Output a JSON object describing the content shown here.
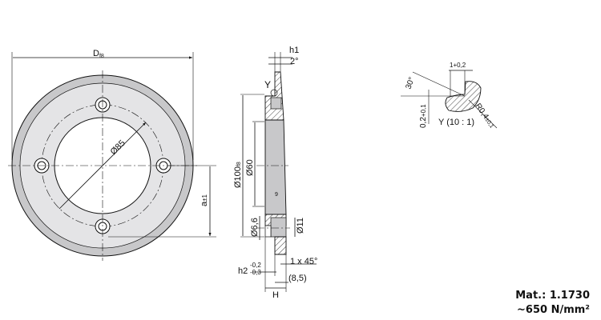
{
  "front_view": {
    "outer_dia_label": "D",
    "outer_dia_sub": "f8",
    "bolt_circle_label": "Ø85",
    "height_label": "a",
    "height_tol": "±1"
  },
  "side_view": {
    "h1_label": "h1",
    "angle_label": "2°",
    "detail_ref": "Y",
    "dia100_label": "Ø100",
    "dia100_sub": "f8",
    "dia60_label": "Ø60",
    "dim9_label": "9",
    "dia66_label": "Ø6,6",
    "dia11_label": "Ø11",
    "chamfer_label": "1 x 45°",
    "h2_label": "h2",
    "h2_tol_upper": "-0,2",
    "h2_tol_lower": "-0,3",
    "dim85_label": "(8,5)",
    "H_label": "H"
  },
  "detail_view": {
    "width_label": "1",
    "width_tol": "+0,2",
    "angle_label": "30°",
    "depth_label": "0,2",
    "depth_tol": "+0,1",
    "radius_label": "R0,4",
    "radius_tol": "±0,1",
    "title": "Y (10 : 1)"
  },
  "material": {
    "mat_line": "Mat.: 1.1730",
    "strength_line": "~650 N/mm²"
  },
  "colors": {
    "fill": "#c8c8ca",
    "line": "#111111"
  }
}
